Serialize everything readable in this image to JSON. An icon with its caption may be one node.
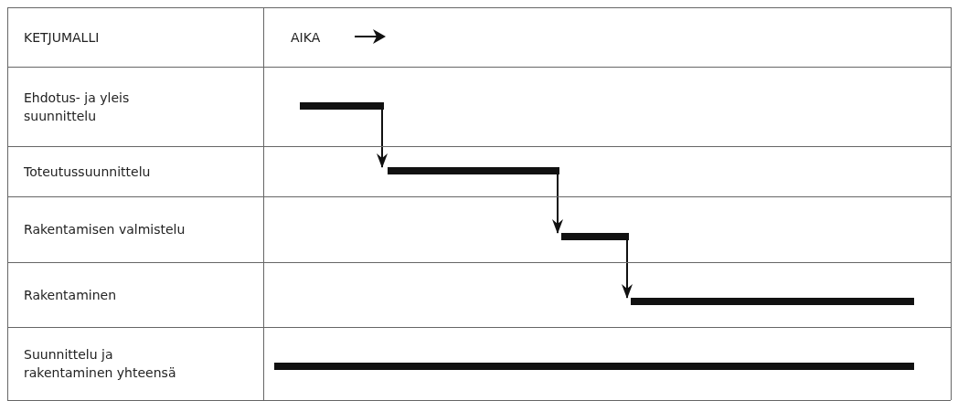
{
  "diagram": {
    "nodes": [
      {
        "text": [],
        "shape": "bar"
      },
      {
        "text": [],
        "shape": "bar"
      },
      {
        "text": [],
        "shape": "bar"
      },
      {
        "text": [],
        "shape": "bar"
      },
      {
        "text": [],
        "shape": "bar"
      }
    ],
    "edges": [
      {
        "from": 0,
        "to": 1,
        "arrow": "to"
      },
      {
        "from": 1,
        "to": 2,
        "arrow": "to"
      },
      {
        "from": 2,
        "to": 3,
        "arrow": "to"
      }
    ],
    "labels": [
      "KETJUMALLI",
      "AIKA",
      "Ehdotus- ja yleis suunnittelu",
      "Toteutussuunnittelu",
      "Rakentamisen valmistelu",
      "Rakentaminen",
      "Suunnittelu ja rakentaminen yhteensä"
    ]
  }
}
